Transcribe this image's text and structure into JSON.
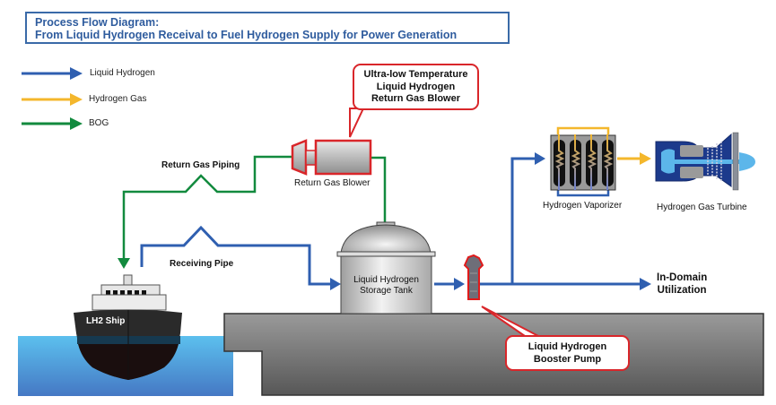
{
  "title": {
    "line1": "Process Flow Diagram:",
    "line2": "From Liquid Hydrogen Receival to Fuel Hydrogen Supply for Power Generation"
  },
  "legend": [
    {
      "label": "Liquid Hydrogen",
      "color": "#2f5fb0"
    },
    {
      "label": "Hydrogen Gas",
      "color": "#f4b72c"
    },
    {
      "label": "BOG",
      "color": "#128a3e"
    }
  ],
  "callouts": {
    "blower": {
      "line1": "Ultra-low Temperature",
      "line2": "Liquid Hydrogen",
      "line3": "Return Gas Blower"
    },
    "pump": {
      "line1": "Liquid Hydrogen",
      "line2": "Booster Pump"
    }
  },
  "labels": {
    "return_gas_piping": "Return Gas Piping",
    "return_gas_blower": "Return Gas Blower",
    "receiving_pipe": "Receiving Pipe",
    "ship": "LH2 Ship",
    "tank_line1": "Liquid Hydrogen",
    "tank_line2": "Storage Tank",
    "vaporizer": "Hydrogen Vaporizer",
    "turbine": "Hydrogen Gas Turbine",
    "in_domain_line1": "In-Domain",
    "in_domain_line2": "Utilization"
  },
  "colors": {
    "title": "#2f5c9e",
    "callout_border": "#d9262a",
    "water": "#4aa8e0",
    "ground": "#6f6f6f"
  }
}
